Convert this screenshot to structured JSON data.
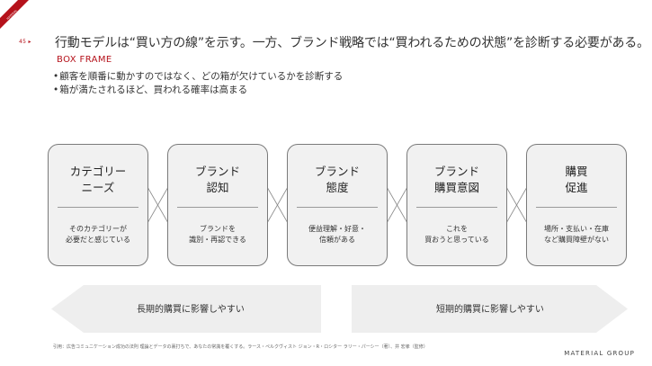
{
  "corner_tag": "MATERIAL",
  "page_number": "45",
  "title": "行動モデルは“買い方の線”を示す。一方、ブランド戦略では“買われるための状態”を診断する必要がある。",
  "subtitle": "BOX FRAME",
  "bullets": [
    "顧客を順番に動かすのではなく、どの箱が欠けているかを診断する",
    "箱が満たされるほど、買われる確率は高まる"
  ],
  "boxes": [
    {
      "title": "カテゴリー\nニーズ",
      "desc": "そのカテゴリーが\n必要だと感じている"
    },
    {
      "title": "ブランド\n認知",
      "desc": "ブランドを\n識別・再認できる"
    },
    {
      "title": "ブランド\n態度",
      "desc": "便益理解・好意・\n信頼がある"
    },
    {
      "title": "ブランド\n購買意図",
      "desc": "これを\n買おうと思っている"
    },
    {
      "title": "購買\n促進",
      "desc": "場所・支払い・在庫\nなど購買障壁がない"
    }
  ],
  "arrows": {
    "left_label": "長期的購買に影響しやすい",
    "right_label": "短期的購買に影響しやすい"
  },
  "footnote": "引用：広告コミュニケーション成功の法則 理論とデータの裏打ちで、あなたの常識を覆くする。ラース・ペルクヴィスト ジョン・R・ロシター ラリー・パーシー（著）、井 宏孝（監修）",
  "brand": "MATERIAL GROUP",
  "colors": {
    "accent": "#b5121b",
    "box_fill": "#f1f1f1",
    "arrow_fill": "#eeeeee"
  }
}
